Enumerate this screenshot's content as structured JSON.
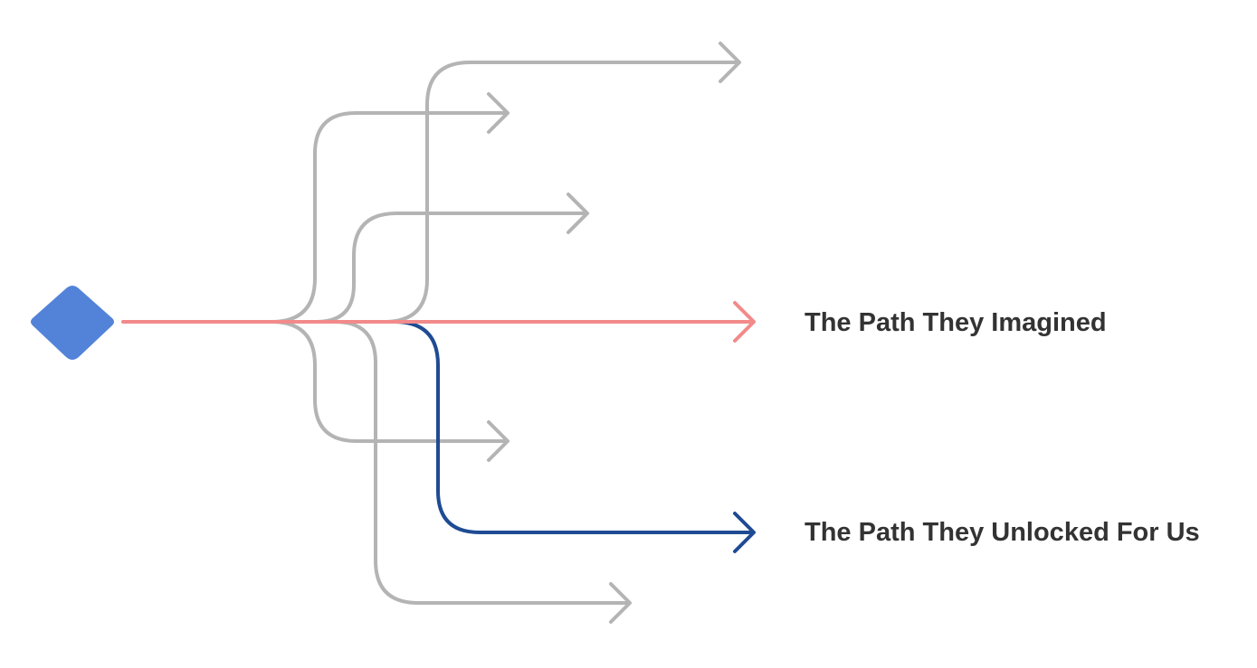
{
  "colors": {
    "background": "#ffffff",
    "origin": "#5383d8",
    "alternative_path": "#b4b4b4",
    "imagined_path": "#f28a8a",
    "unlocked_path": "#1f4b93",
    "label_text": "#333333"
  },
  "origin": {
    "shape": "diamond",
    "icon": "start-node"
  },
  "paths": [
    {
      "name": "alt-path-1",
      "kind": "alternative"
    },
    {
      "name": "alt-path-2",
      "kind": "alternative"
    },
    {
      "name": "alt-path-3",
      "kind": "alternative"
    },
    {
      "name": "alt-path-4",
      "kind": "alternative"
    },
    {
      "name": "alt-path-5",
      "kind": "alternative"
    },
    {
      "name": "imagined-path",
      "kind": "imagined"
    },
    {
      "name": "unlocked-path",
      "kind": "unlocked"
    }
  ],
  "labels": {
    "imagined": "The Path They Imagined",
    "unlocked": "The Path They Unlocked For Us"
  }
}
